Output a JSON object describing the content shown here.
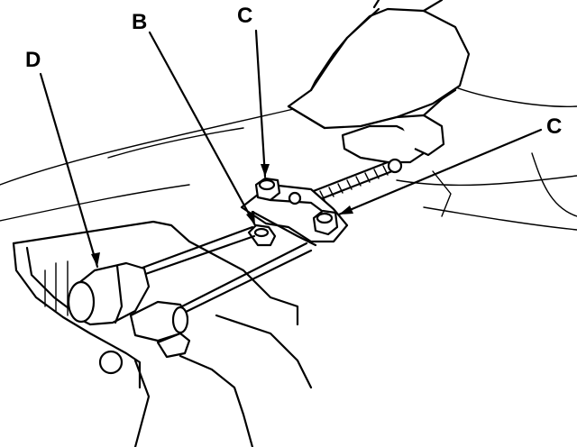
{
  "labels": {
    "d": "D",
    "b": "B",
    "c_top": "C",
    "c_right": "C"
  },
  "colors": {
    "ink": "#000000",
    "paper": "#ffffff"
  }
}
